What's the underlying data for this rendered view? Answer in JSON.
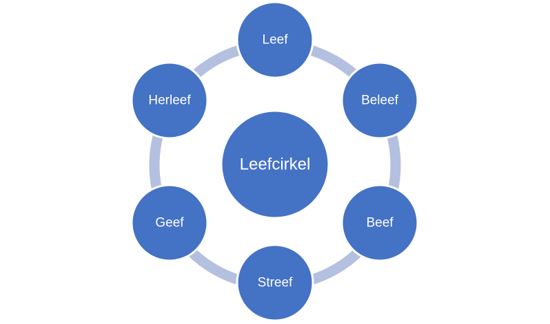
{
  "diagram": {
    "type": "cycle",
    "center": {
      "label": "Leefcirkel"
    },
    "nodes": [
      {
        "label": "Leef"
      },
      {
        "label": "Beleef"
      },
      {
        "label": "Beef"
      },
      {
        "label": "Streef"
      },
      {
        "label": "Geef"
      },
      {
        "label": "Herleef"
      }
    ]
  },
  "colors": {
    "node_fill": "#4472C4",
    "node_border": "#ffffff",
    "ring": "#B4C0E0",
    "text": "#ffffff"
  }
}
